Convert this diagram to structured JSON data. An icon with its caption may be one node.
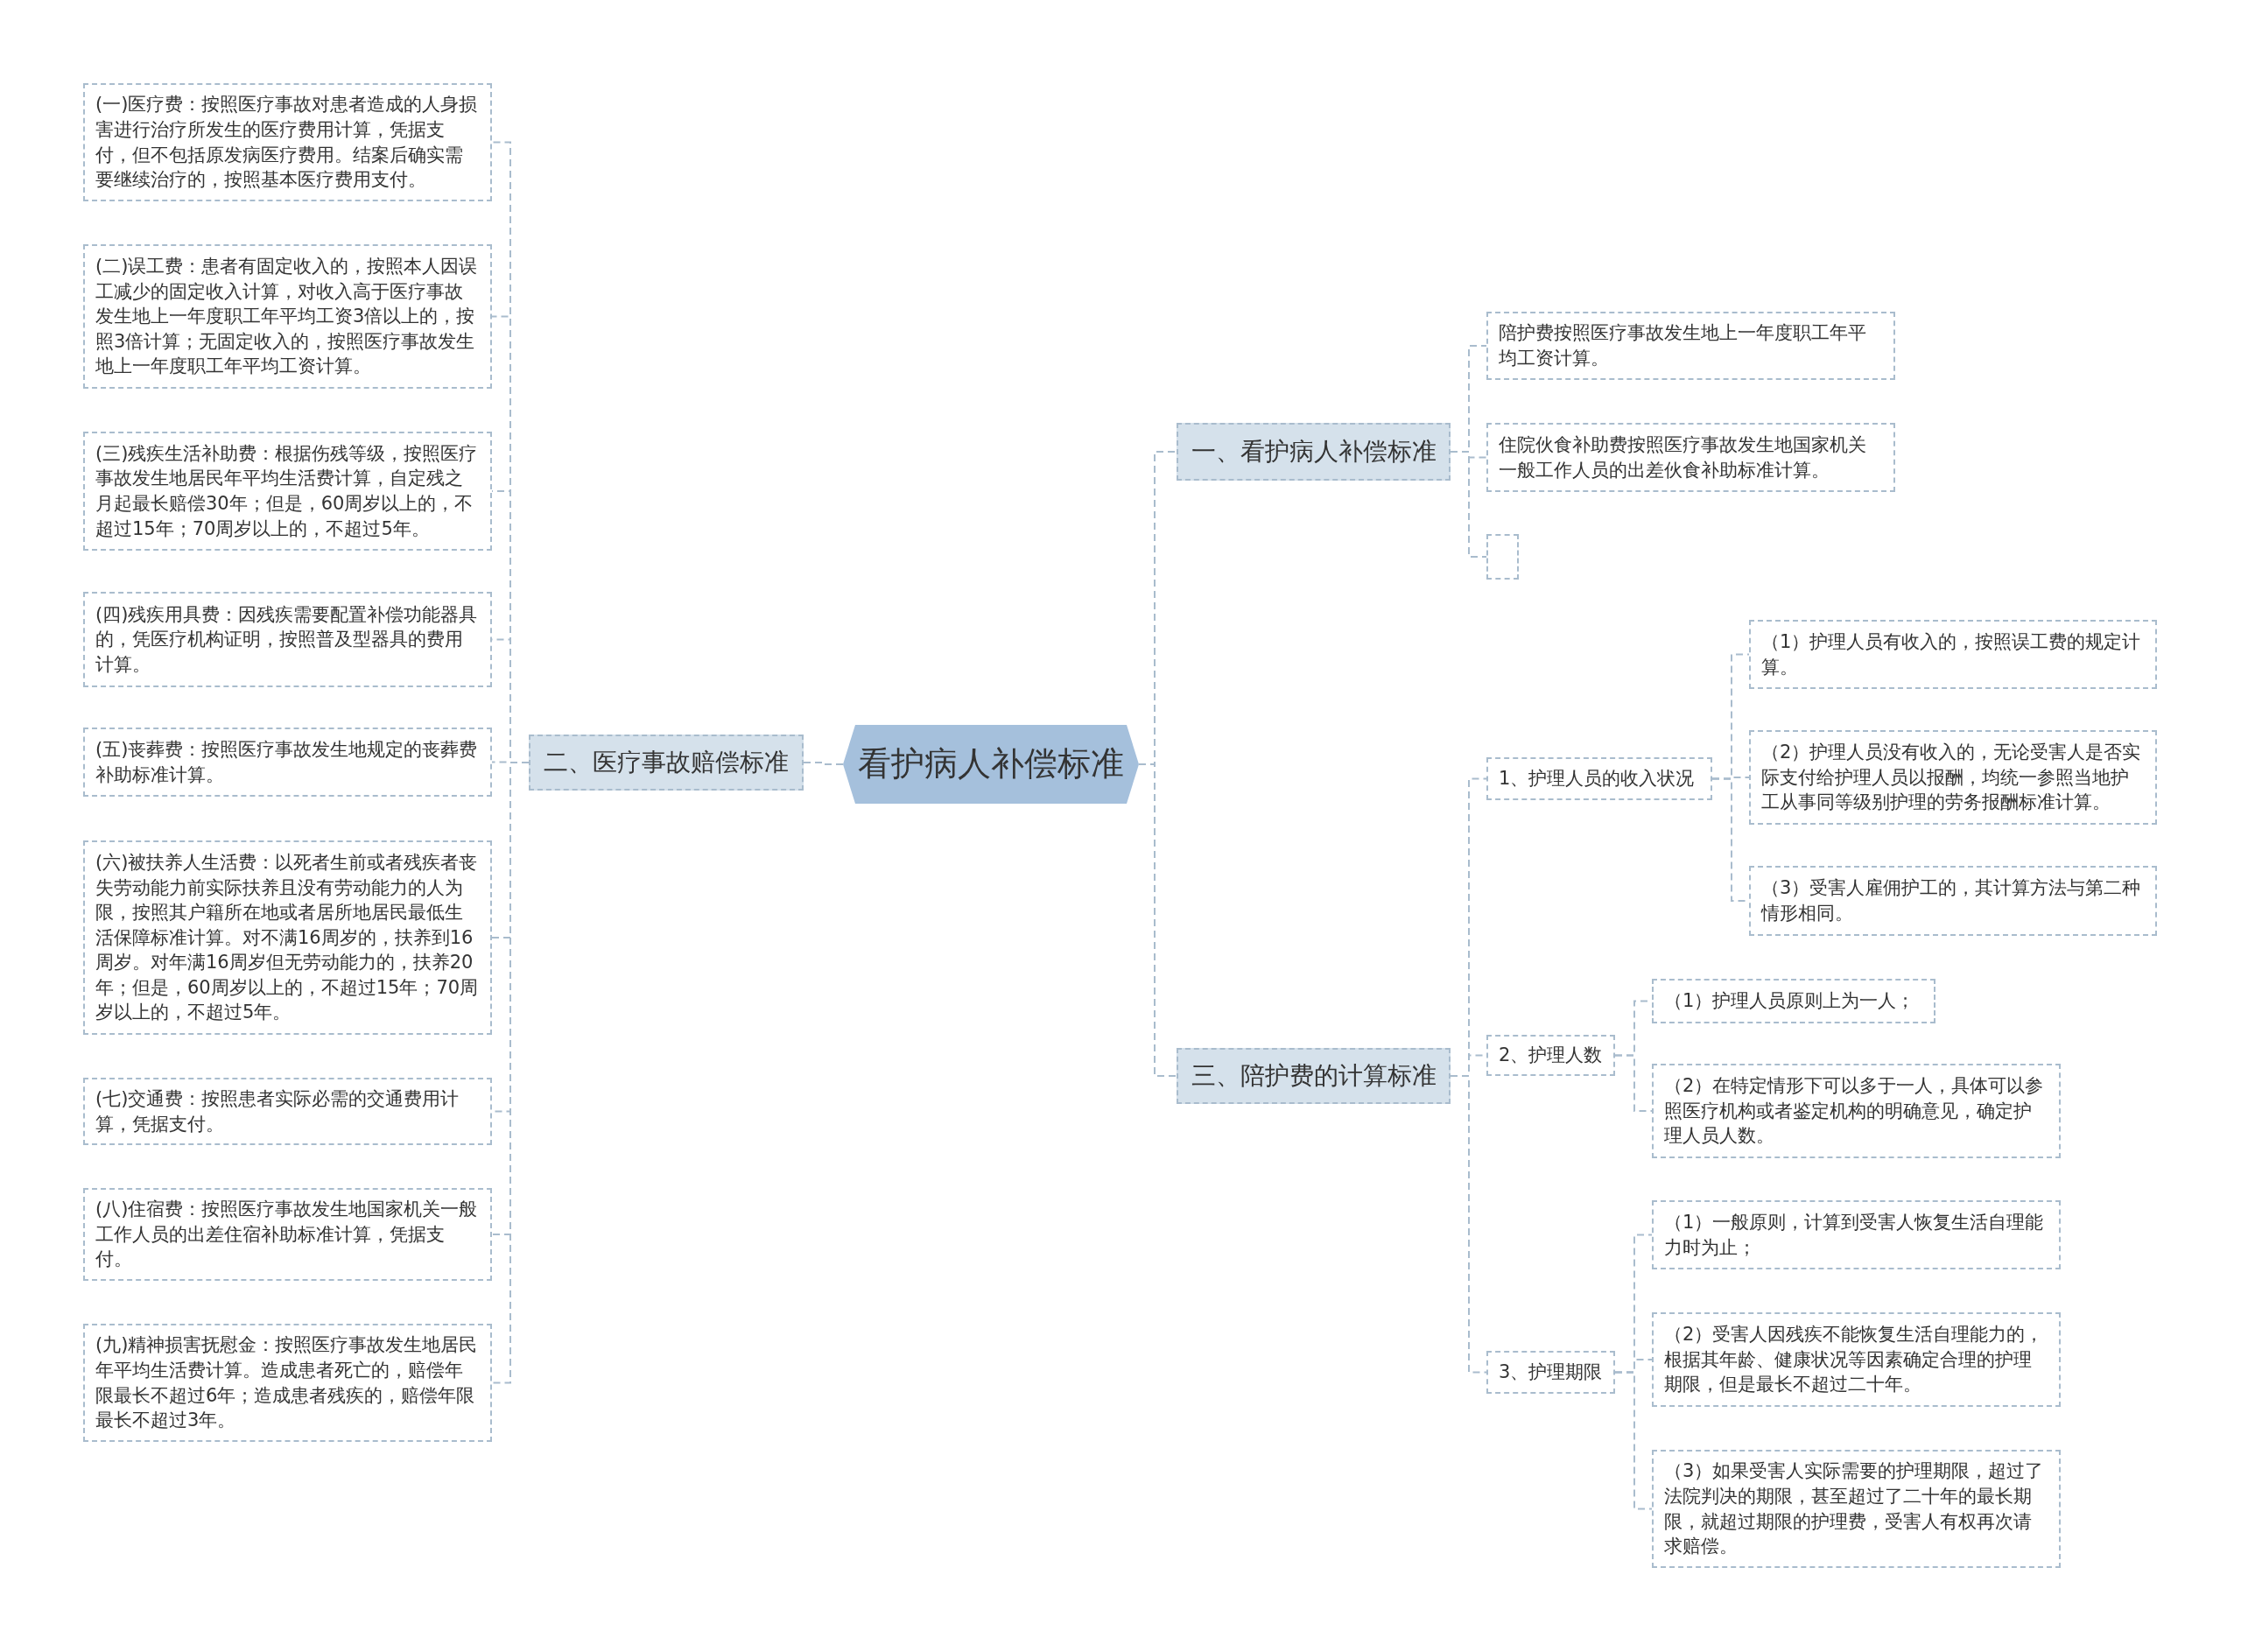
{
  "diagram": {
    "nodes": [
      {
        "text": [
          "看护病人补偿标准"
        ]
      },
      {
        "text": [
          "一、看护病人补偿标准"
        ]
      },
      {
        "text": [
          "陪护费按照医疗事故发生地上一年度职工年平均工资计算。"
        ]
      },
      {
        "text": [
          "住院伙食补助费按照医疗事故发生地国家机关一般工作人员的出差伙食补助标准计算。"
        ]
      },
      {
        "text": [],
        "shape": "box"
      },
      {
        "text": [
          "二、医疗事故赔偿标准"
        ]
      },
      {
        "text": [
          "(一)医疗费：按照医疗事故对患者造成的人身损害进行治疗所发生的医疗费用计算，凭据支付，但不包括原发病医疗费用。结案后确实需要继续治疗的，按照基本医疗费用支付。"
        ]
      },
      {
        "text": [
          "(二)误工费：患者有固定收入的，按照本人因误工减少的固定收入计算，对收入高于医疗事故发生地上一年度职工年平均工资3倍以上的，按照3倍计算；无固定收入的，按照医疗事故发生地上一年度职工年平均工资计算。"
        ]
      },
      {
        "text": [
          "(三)残疾生活补助费：根据伤残等级，按照医疗事故发生地居民年平均生活费计算，自定残之月起最长赔偿30年；但是，60周岁以上的，不超过15年；70周岁以上的，不超过5年。"
        ]
      },
      {
        "text": [
          "(四)残疾用具费：因残疾需要配置补偿功能器具的，凭医疗机构证明，按照普及型器具的费用计算。"
        ]
      },
      {
        "text": [
          "(五)丧葬费：按照医疗事故发生地规定的丧葬费补助标准计算。"
        ]
      },
      {
        "text": [
          "(六)被扶养人生活费：以死者生前或者残疾者丧失劳动能力前实际扶养且没有劳动能力的人为限，按照其户籍所在地或者居所地居民最低生活保障标准计算。对不满16周岁的，扶养到16周岁。对年满16周岁但无劳动能力的，扶养20年；但是，60周岁以上的，不超过15年；70周岁以上的，不超过5年。"
        ]
      },
      {
        "text": [
          "(七)交通费：按照患者实际必需的交通费用计算，凭据支付。"
        ]
      },
      {
        "text": [
          "(八)住宿费：按照医疗事故发生地国家机关一般工作人员的出差住宿补助标准计算，凭据支付。"
        ]
      },
      {
        "text": [
          "(九)精神损害抚慰金：按照医疗事故发生地居民年平均生活费计算。造成患者死亡的，赔偿年限最长不超过6年；造成患者残疾的，赔偿年限最长不超过3年。"
        ]
      },
      {
        "text": [
          "三、陪护费的计算标准"
        ]
      },
      {
        "text": [
          "1、护理人员的收入状况"
        ]
      },
      {
        "text": [
          "（1）护理人员有收入的，按照误工费的规定计算。"
        ]
      },
      {
        "text": [
          "（2）护理人员没有收入的，无论受害人是否实际支付给护理人员以报酬，均统一参照当地护工从事同等级别护理的劳务报酬标准计算。"
        ]
      },
      {
        "text": [
          "（3）受害人雇佣护工的，其计算方法与第二种情形相同。"
        ]
      },
      {
        "text": [
          "2、护理人数"
        ]
      },
      {
        "text": [
          "（1）护理人员原则上为一人；"
        ]
      },
      {
        "text": [
          "（2）在特定情形下可以多于一人，具体可以参照医疗机构或者鉴定机构的明确意见，确定护理人员人数。"
        ]
      },
      {
        "text": [
          "3、护理期限"
        ]
      },
      {
        "text": [
          "（1）一般原则，计算到受害人恢复生活自理能力时为止；"
        ]
      },
      {
        "text": [
          "（2）受害人因残疾不能恢复生活自理能力的，根据其年龄、健康状况等因素确定合理的护理期限，但是最长不超过二十年。"
        ]
      },
      {
        "text": [
          "（3）如果受害人实际需要的护理期限，超过了法院判决的期限，甚至超过了二十年的最长期限，就超过期限的护理费，受害人有权再次请求赔偿。"
        ]
      }
    ],
    "edges": [
      {
        "from": 0,
        "to": 1,
        "arrow": "none"
      },
      {
        "from": 1,
        "to": 2,
        "arrow": "none"
      },
      {
        "from": 1,
        "to": 3,
        "arrow": "none"
      },
      {
        "from": 1,
        "to": 4,
        "arrow": "none"
      },
      {
        "from": 0,
        "to": 5,
        "arrow": "none"
      },
      {
        "from": 5,
        "to": 6,
        "arrow": "none"
      },
      {
        "from": 5,
        "to": 7,
        "arrow": "none"
      },
      {
        "from": 5,
        "to": 8,
        "arrow": "none"
      },
      {
        "from": 5,
        "to": 9,
        "arrow": "none"
      },
      {
        "from": 5,
        "to": 10,
        "arrow": "none"
      },
      {
        "from": 5,
        "to": 11,
        "arrow": "none"
      },
      {
        "from": 5,
        "to": 12,
        "arrow": "none"
      },
      {
        "from": 5,
        "to": 13,
        "arrow": "none"
      },
      {
        "from": 5,
        "to": 14,
        "arrow": "none"
      },
      {
        "from": 0,
        "to": 15,
        "arrow": "none"
      },
      {
        "from": 15,
        "to": 16,
        "arrow": "none"
      },
      {
        "from": 16,
        "to": 17,
        "arrow": "none"
      },
      {
        "from": 16,
        "to": 18,
        "arrow": "none"
      },
      {
        "from": 16,
        "to": 19,
        "arrow": "none"
      },
      {
        "from": 15,
        "to": 20,
        "arrow": "none"
      },
      {
        "from": 20,
        "to": 21,
        "arrow": "none"
      },
      {
        "from": 20,
        "to": 22,
        "arrow": "none"
      },
      {
        "from": 15,
        "to": 23,
        "arrow": "none"
      },
      {
        "from": 23,
        "to": 24,
        "arrow": "none"
      },
      {
        "from": 23,
        "to": 25,
        "arrow": "none"
      },
      {
        "from": 23,
        "to": 26,
        "arrow": "none"
      }
    ]
  }
}
